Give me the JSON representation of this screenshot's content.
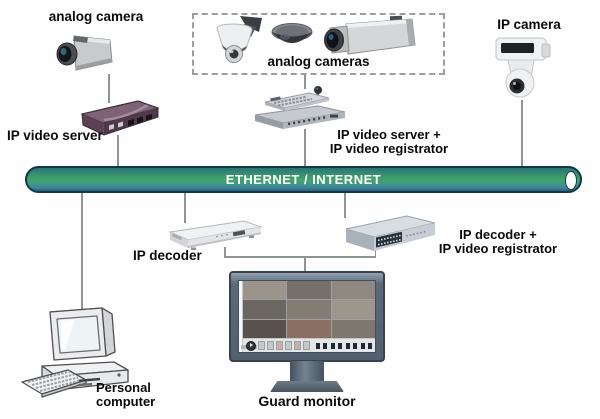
{
  "nodes": {
    "analog_camera": {
      "label": "analog camera"
    },
    "analog_cameras_group": {
      "label": "analog cameras"
    },
    "ip_camera": {
      "label": "IP camera"
    },
    "ip_video_server": {
      "label": "IP video server"
    },
    "ip_video_server_registrator": {
      "line1": "IP video server +",
      "line2": "IP video registrator"
    },
    "ethernet_bus": {
      "label": "ETHERNET / INTERNET"
    },
    "ip_decoder": {
      "label": "IP decoder"
    },
    "ip_decoder_registrator": {
      "line1": "IP decoder +",
      "line2": "IP video registrator"
    },
    "personal_computer": {
      "line1": "Personal",
      "line2": "computer"
    },
    "guard_monitor": {
      "label": "Guard monitor"
    }
  },
  "colors": {
    "bus_fill_top": "#2b7377",
    "bus_fill_mid": "#3f9e6b",
    "bus_fill_bottom": "#2e5e7c",
    "bus_border": "#0f3a46",
    "bus_text": "#ffffff",
    "connection_line": "#909394",
    "label_text": "#0a0a0a",
    "dashed_group_border": "#9d9d9d"
  }
}
